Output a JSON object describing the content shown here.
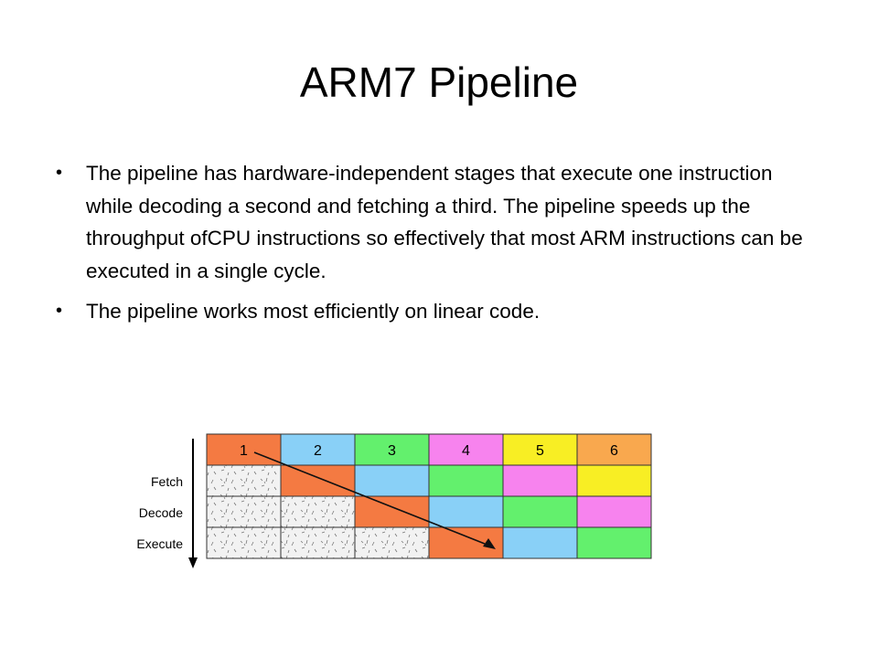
{
  "slide": {
    "title": "ARM7 Pipeline",
    "bullets": [
      "The pipeline has hardware-independent stages that execute one instruction while decoding a second and fetching a third. The pipeline speeds up the throughput ofCPU instructions so effectively that most ARM instructions can be executed in a single cycle.",
      "The pipeline works most efficiently on linear code."
    ]
  },
  "diagram": {
    "cycle_labels": [
      "1",
      "2",
      "3",
      "4",
      "5",
      "6"
    ],
    "stage_labels": [
      "Fetch",
      "Decode",
      "Execute"
    ],
    "colors": {
      "instr_1": "#f47a42",
      "instr_2": "#89d0f7",
      "instr_3": "#63f06d",
      "instr_4": "#f783ee",
      "instr_5": "#f8ee24",
      "instr_6": "#f9a84e",
      "idle": "#f2f2f2",
      "grid": "#333333"
    },
    "header_instructions": [
      1,
      2,
      3,
      4,
      5,
      6
    ],
    "rows": [
      [
        0,
        1,
        2,
        3,
        4,
        5
      ],
      [
        0,
        0,
        1,
        2,
        3,
        4
      ],
      [
        0,
        0,
        0,
        1,
        2,
        3
      ]
    ]
  }
}
